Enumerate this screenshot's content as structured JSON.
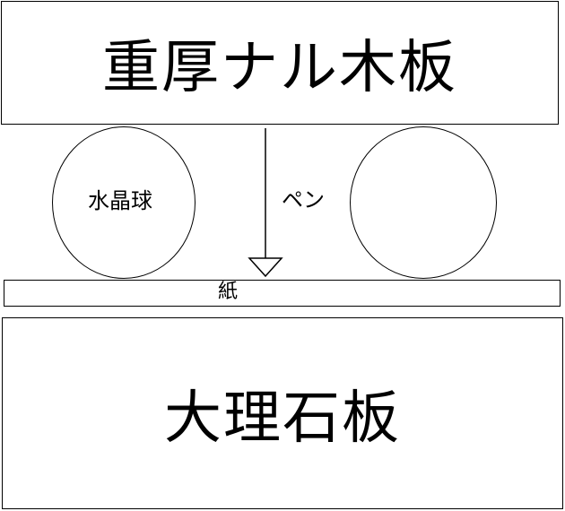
{
  "diagram": {
    "top_board_label": "重厚ナル木板",
    "crystal_ball_label": "水晶球",
    "pen_label": "ペン",
    "paper_label": "紙",
    "bottom_board_label": "大理石板"
  }
}
